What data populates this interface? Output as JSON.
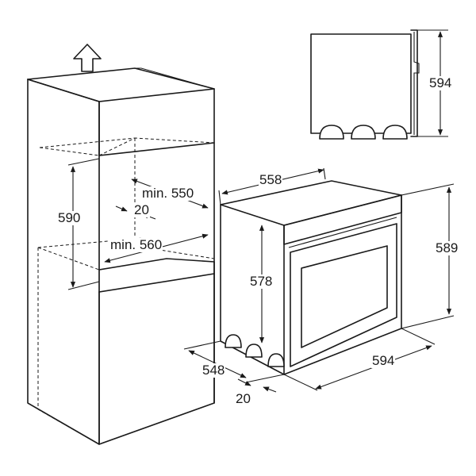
{
  "dimensions": {
    "side_height": "594",
    "oven_depth_top": "558",
    "niche_height": "590",
    "niche_depth_min": "min. 550",
    "gap_depth": "20",
    "niche_width_min": "min. 560",
    "oven_body_height": "578",
    "oven_total_height": "589",
    "oven_body_depth": "548",
    "oven_front_width": "594",
    "front_offset": "20"
  },
  "colors": {
    "line": "#1a1a1a",
    "background": "#ffffff"
  }
}
